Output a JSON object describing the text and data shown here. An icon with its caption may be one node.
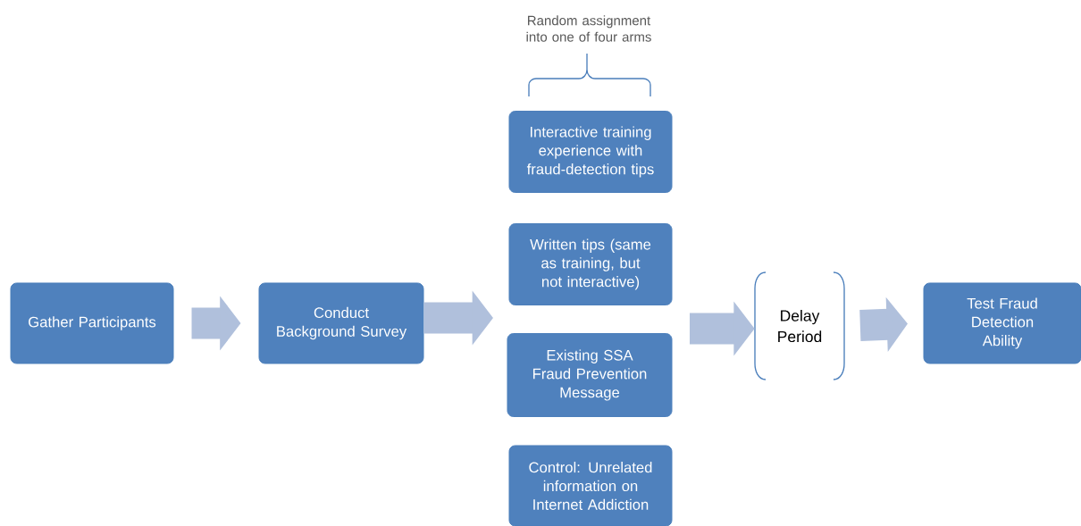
{
  "diagram": {
    "nodes": [
      {
        "text": [
          "Gather Participants"
        ]
      },
      {
        "text": [
          "Conduct Background Survey"
        ]
      },
      {
        "text": [
          "Interactive training experience with fraud-detection tips"
        ]
      },
      {
        "text": [
          "Written tips (same as training, but not interactive)"
        ]
      },
      {
        "text": [
          "Existing SSA Fraud Prevention Message"
        ]
      },
      {
        "text": [
          "Control: Unrelated information on Internet Addiction"
        ]
      },
      {
        "text": [
          "Delay Period"
        ]
      },
      {
        "text": [
          "Test Fraud Detection Ability"
        ]
      }
    ],
    "edges": [
      {
        "from": 0,
        "to": 1,
        "arrow": "to"
      },
      {
        "from": 1,
        "to": null,
        "arrow": "to"
      },
      {
        "from": null,
        "to": 6,
        "arrow": "to"
      },
      {
        "from": 6,
        "to": 7,
        "arrow": "to"
      }
    ],
    "labels": [
      "Random assignment into one of four arms"
    ]
  }
}
